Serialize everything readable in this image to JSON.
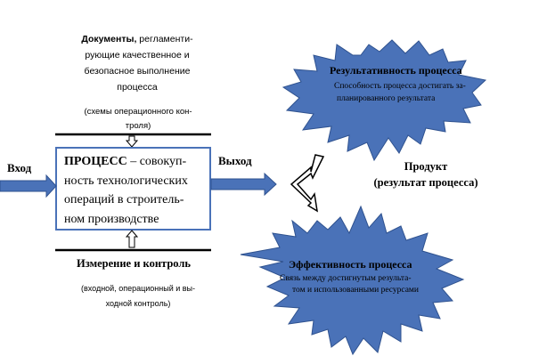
{
  "documents": {
    "title_bold": "Документы,",
    "title_rest": " регламенти-",
    "lines": [
      "рующие качественное и",
      "безопасное выполнение",
      "процесса"
    ],
    "note_lines": [
      "(схемы операционного кон-",
      "троля)"
    ]
  },
  "input_label": "Вход",
  "output_label": "Выход",
  "process": {
    "bold": "ПРОЦЕСС",
    "line1_rest": " – совокуп-",
    "lines": [
      "ность технологических",
      "операций в строитель-",
      "ном производстве"
    ]
  },
  "measurement": {
    "title": "Измерение и контроль",
    "note_lines": [
      "(входной, операционный и вы-",
      "ходной контроль)"
    ]
  },
  "effectiveness": {
    "title": "Результативность процесса",
    "lines": [
      "Способность процесса достигать за-",
      "планированного результата"
    ]
  },
  "product": {
    "lines": [
      "Продукт",
      "(результат процесса)"
    ]
  },
  "efficiency": {
    "title": "Эффективность процесса",
    "lines": [
      "Связь между достигнутым  результа-",
      "том и использованными ресурсами"
    ]
  },
  "colors": {
    "star_fill": "#4a72b8",
    "star_stroke": "#2f528f",
    "arrow_fill": "#4a72b8",
    "box_border": "#4a72b8"
  }
}
